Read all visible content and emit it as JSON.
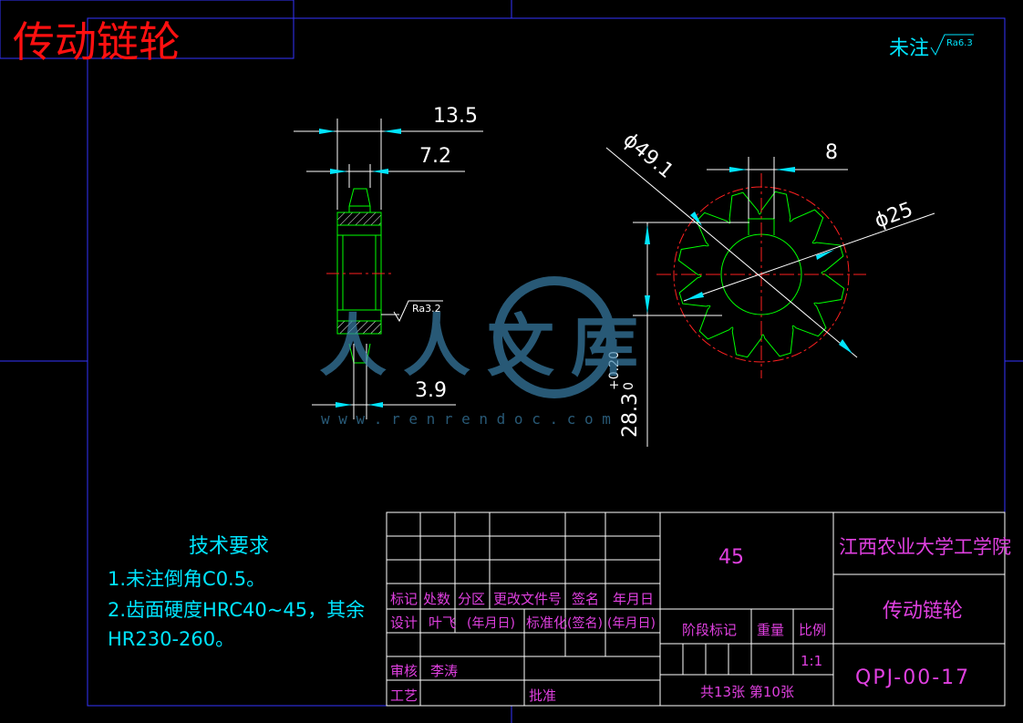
{
  "title_block_heading": "传动链轮",
  "roughness_note": {
    "label": "未注",
    "value": "Ra6.3"
  },
  "side_view": {
    "dim_overall_width": "13.5",
    "dim_hub_width": "7.2",
    "dim_tooth_width": "3.9",
    "roughness": "Ra3.2"
  },
  "front_view": {
    "dim_outer_diameter": "ϕ49.1",
    "dim_keyway_width": "8",
    "dim_bore": "ϕ25",
    "dim_keyway_depth": "28.3",
    "tolerance_upper": "+0.20",
    "tolerance_lower": "0"
  },
  "watermark": {
    "text": "人人文库",
    "url": "w w w . r e n r e n d o c . c o m"
  },
  "tech_requirements": {
    "heading": "技术要求",
    "items": [
      "1.未注倒角C0.5。",
      "2.齿面硬度HRC40~45，其余",
      "HR230-260。"
    ]
  },
  "title_block": {
    "material": "45",
    "school": "江西农业大学工学院",
    "part_name": "传动链轮",
    "drawing_number": "QPJ-00-17",
    "headers": [
      "标记",
      "处数",
      "分区",
      "更改文件号",
      "签名",
      "年月日"
    ],
    "design_label": "设计",
    "designer": "叶飞",
    "date_placeholder": "(年月日)",
    "standardization_label": "标准化",
    "signature_placeholder": "(签名)",
    "date_placeholder2": "(年月日)",
    "stage_label": "阶段标记",
    "weight_label": "重量",
    "scale_label": "比例",
    "scale_value": "1:1",
    "review_label": "审核",
    "reviewer": "李涛",
    "process_label": "工艺",
    "approve_label": "批准",
    "sheet_info": "共13张 第10张"
  },
  "colors": {
    "cyan": "#00e5ff",
    "green": "#00ff00",
    "red": "#ff2020",
    "magenta": "#e040e0",
    "blue": "#3333ff"
  }
}
